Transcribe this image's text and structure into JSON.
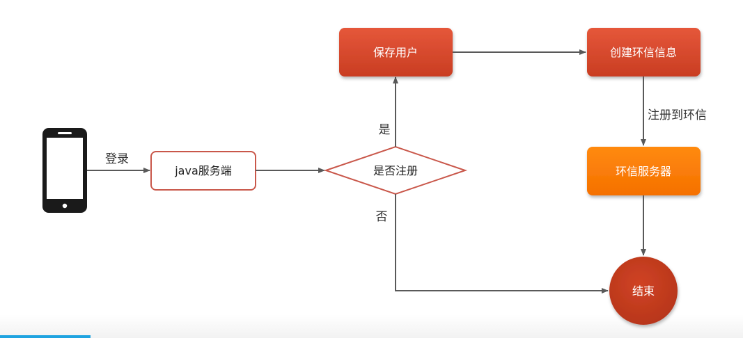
{
  "nodes": {
    "server": {
      "label": "java服务端"
    },
    "decision": {
      "label": "是否注册"
    },
    "save_user": {
      "label": "保存用户"
    },
    "create_info": {
      "label": "创建环信信息"
    },
    "im_server": {
      "label": "环信服务器"
    },
    "end": {
      "label": "结束"
    }
  },
  "edges": {
    "login": {
      "label": "登录"
    },
    "yes": {
      "label": "是"
    },
    "no": {
      "label": "否"
    },
    "register_im": {
      "label": "注册到环信"
    }
  },
  "colors": {
    "red_box": "#d9472b",
    "orange_box": "#ff7a00",
    "end_circle": "#c0391d",
    "outline": "#c9574a",
    "arrow": "#595959"
  }
}
